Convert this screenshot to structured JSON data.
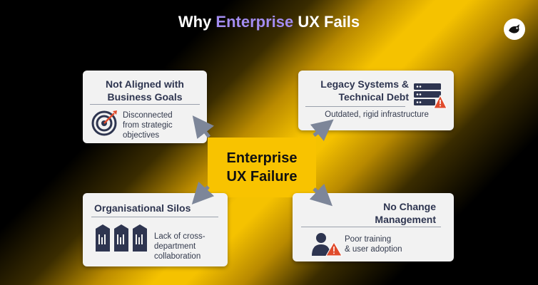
{
  "header": {
    "title_prefix": "Why ",
    "title_accent": "Enterprise",
    "title_suffix": " UX Fails"
  },
  "center": {
    "line1": "Enterprise",
    "line2": "UX Failure"
  },
  "cards": {
    "goals": {
      "title_line1": "Not Aligned with",
      "title_line2": "Business Goals",
      "desc_line1": "Disconnected",
      "desc_line2": "from strategic",
      "desc_line3": "objectives",
      "icon": "target-icon"
    },
    "legacy": {
      "title_line1": "Legacy Systems &",
      "title_line2": "Technical Debt",
      "desc_line1": "Outdated, rigid infrastructure",
      "icon": "server-warning-icon"
    },
    "silos": {
      "title_line1": "Organisational Silos",
      "desc_line1": "Lack of cross-",
      "desc_line2": "department",
      "desc_line3": "collaboration",
      "icon": "silo-icon"
    },
    "change": {
      "title_line1": "No Change",
      "title_line2": "Management",
      "desc_line1": "Poor training",
      "desc_line2": "& user adoption",
      "icon": "user-warning-icon"
    }
  },
  "colors": {
    "accent_purple": "#a38cf0",
    "center_yellow": "#f8c300",
    "card_bg": "#f2f2f2",
    "icon_navy": "#2e3550",
    "warning_red": "#e04b2c"
  }
}
